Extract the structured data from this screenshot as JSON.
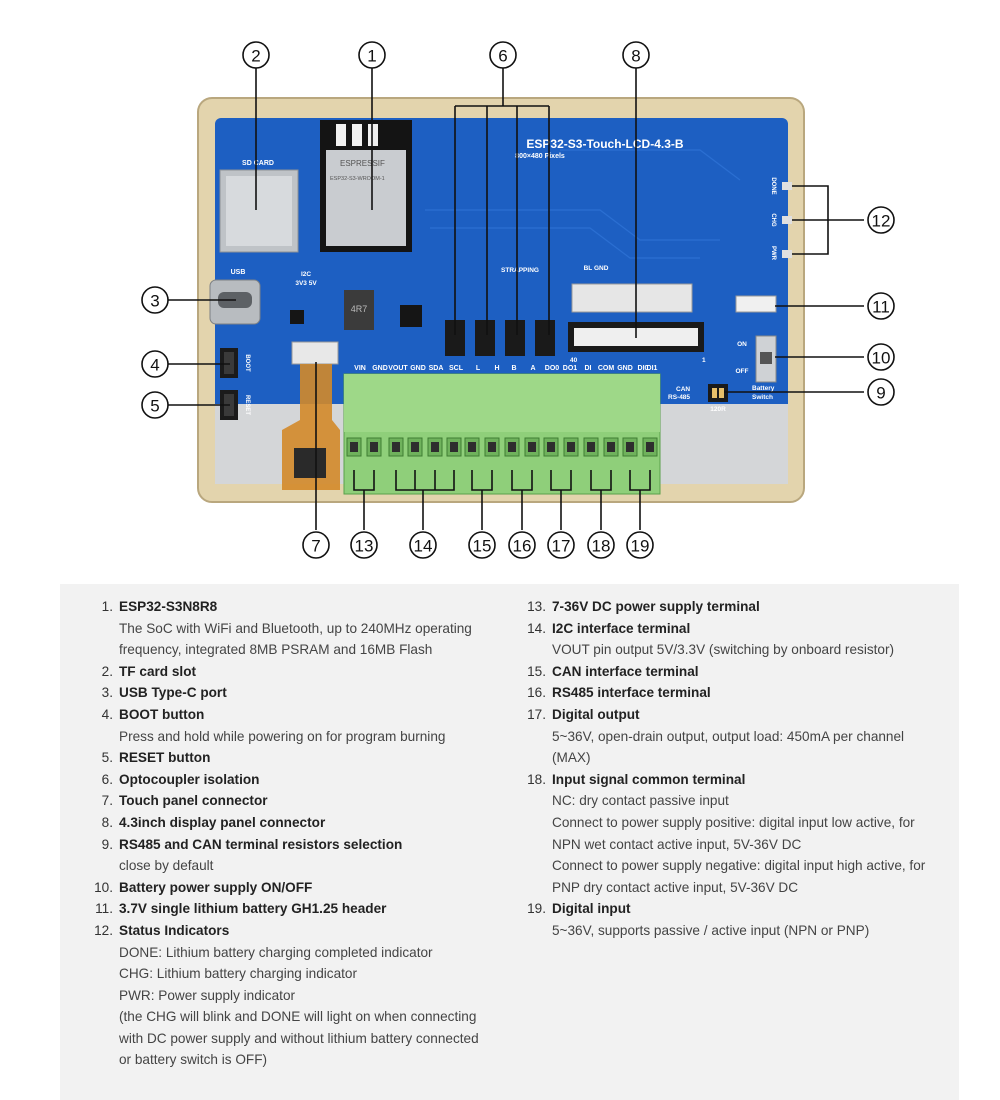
{
  "board": {
    "model": "ESP32-S3-Touch-LCD-4.3-B",
    "resolution": "800×480 Pixels",
    "module_brand": "ESPRESSIF",
    "module_name": "ESP32-S3-WROOM-1",
    "silkscreen": {
      "sd_card": "SD CARD",
      "usb": "USB",
      "i2c": "I2C",
      "i2c_volt": "3V3 5V",
      "boot": "BOOT",
      "reset": "RESET",
      "inductor": "4R7",
      "strapping": "STRAPPING",
      "bl_gnd": "BL GND",
      "done": "DONE",
      "chg": "CHG",
      "pwr": "PWR",
      "on": "ON",
      "off": "OFF",
      "can": "CAN",
      "rs485": "RS-485",
      "battery": "Battery",
      "switch": "Switch",
      "resistor": "120R",
      "fpc_40": "40",
      "fpc_1": "1",
      "pins": [
        "VIN",
        "GND",
        "VOUT",
        "GND",
        "SDA",
        "SCL",
        "L",
        "H",
        "B",
        "A",
        "DO0",
        "DO1",
        "DI",
        "COM",
        "GND",
        "DI0",
        "DI1"
      ]
    }
  },
  "callouts": [
    "1",
    "2",
    "3",
    "4",
    "5",
    "6",
    "7",
    "8",
    "9",
    "10",
    "11",
    "12",
    "13",
    "14",
    "15",
    "16",
    "17",
    "18",
    "19"
  ],
  "legend": [
    {
      "num": "1.",
      "title": "ESP32-S3N8R8",
      "desc": [
        "The SoC with WiFi and Bluetooth, up to 240MHz operating frequency, integrated 8MB PSRAM and 16MB Flash"
      ]
    },
    {
      "num": "2.",
      "title": "TF card slot",
      "desc": []
    },
    {
      "num": "3.",
      "title": "USB Type-C port",
      "desc": []
    },
    {
      "num": "4.",
      "title": "BOOT button",
      "desc": [
        "Press and hold while powering on for program burning"
      ]
    },
    {
      "num": "5.",
      "title": "RESET button",
      "desc": []
    },
    {
      "num": "6.",
      "title": "Optocoupler isolation",
      "desc": []
    },
    {
      "num": "7.",
      "title": "Touch panel connector",
      "desc": []
    },
    {
      "num": "8.",
      "title": "4.3inch display panel connector",
      "desc": []
    },
    {
      "num": "9.",
      "title": "RS485 and CAN terminal resistors selection",
      "desc": [
        "close by default"
      ]
    },
    {
      "num": "10.",
      "title": "Battery power supply ON/OFF",
      "desc": []
    },
    {
      "num": "11.",
      "title": "3.7V single lithium battery GH1.25 header",
      "desc": []
    },
    {
      "num": "12.",
      "title": "Status Indicators",
      "desc": [
        "DONE: Lithium battery charging completed indicator",
        "CHG: Lithium battery charging indicator",
        "PWR: Power supply indicator",
        "(the CHG will blink and DONE will light on when connecting with DC power supply and without lithium battery connected or battery switch is OFF)"
      ]
    },
    {
      "num": "13.",
      "title": "7-36V DC power supply terminal",
      "desc": []
    },
    {
      "num": "14.",
      "title": "I2C interface terminal",
      "desc": [
        "VOUT pin output 5V/3.3V (switching by onboard resistor)"
      ]
    },
    {
      "num": "15.",
      "title": "CAN interface terminal",
      "desc": []
    },
    {
      "num": "16.",
      "title": "RS485 interface terminal",
      "desc": []
    },
    {
      "num": "17.",
      "title": "Digital output",
      "desc": [
        "5~36V, open-drain output, output load: 450mA per channel (MAX)"
      ]
    },
    {
      "num": "18.",
      "title": "Input signal common terminal",
      "desc": [
        "NC: dry contact passive input",
        "Connect to power supply positive: digital input low active, for NPN wet contact active input, 5V-36V DC",
        "Connect to power supply negative: digital input high active, for PNP dry contact active input, 5V-36V DC"
      ]
    },
    {
      "num": "19.",
      "title": "Digital input",
      "desc": [
        "5~36V, supports passive / active input (NPN or PNP)"
      ]
    }
  ]
}
